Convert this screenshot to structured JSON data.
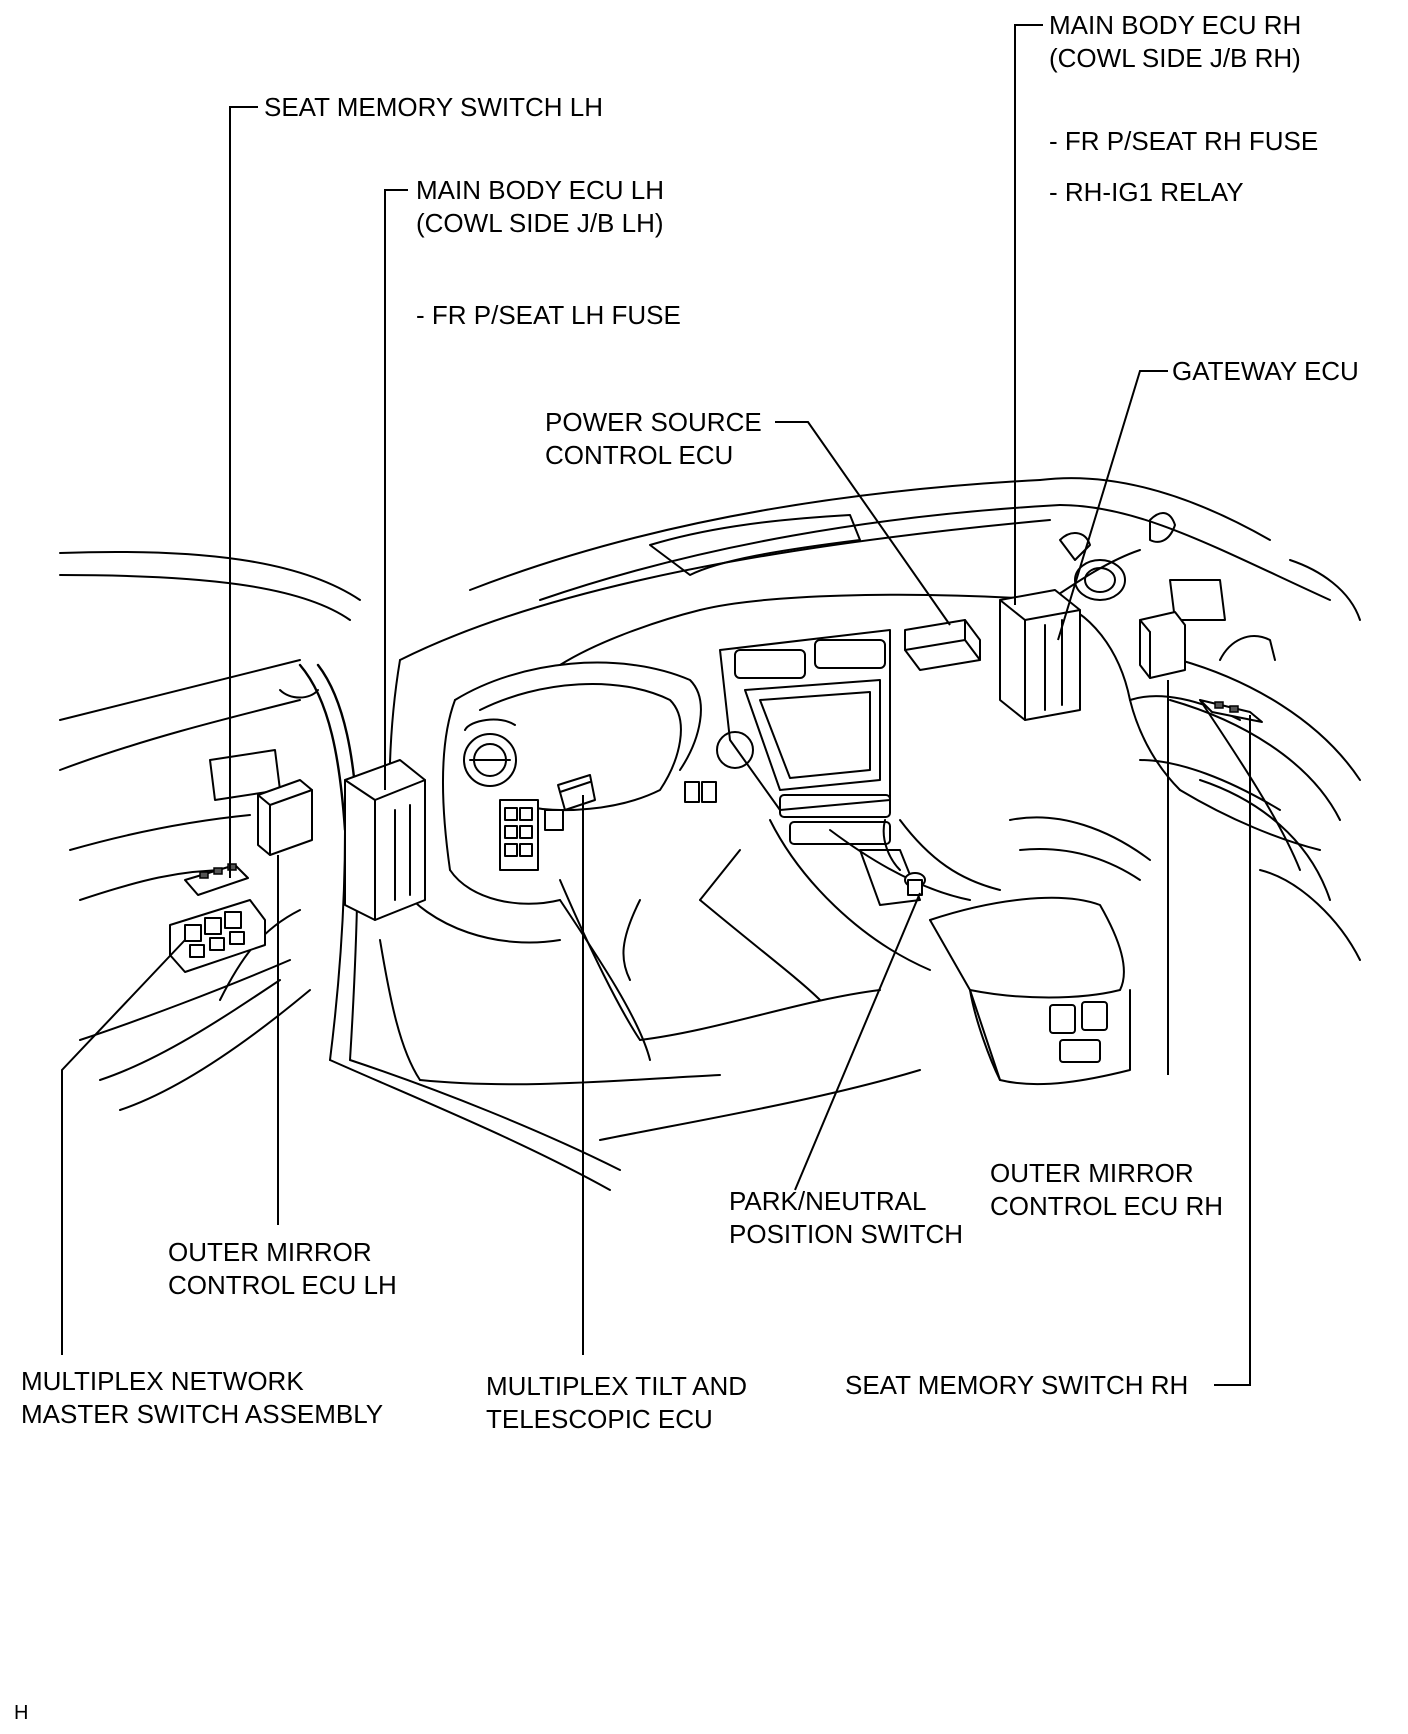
{
  "labels": {
    "main_body_ecu_rh": [
      "MAIN BODY ECU RH",
      "(COWL SIDE J/B RH)"
    ],
    "rh_fuse": "- FR P/SEAT RH FUSE",
    "rh_relay": "- RH-IG1 RELAY",
    "seat_memory_switch_lh": "SEAT MEMORY SWITCH  LH",
    "main_body_ecu_lh": [
      "MAIN BODY ECU LH",
      "(COWL SIDE J/B LH)"
    ],
    "lh_fuse": "- FR P/SEAT LH FUSE",
    "gateway_ecu": "GATEWAY ECU",
    "power_source_control_ecu": [
      "POWER SOURCE",
      "CONTROL ECU"
    ],
    "outer_mirror_control_ecu_rh": [
      "OUTER MIRROR",
      "CONTROL ECU RH"
    ],
    "park_neutral_position_switch": [
      "PARK/NEUTRAL",
      "POSITION SWITCH"
    ],
    "outer_mirror_control_ecu_lh": [
      "OUTER MIRROR",
      "CONTROL ECU LH"
    ],
    "multiplex_network_master_switch": [
      "MULTIPLEX NETWORK",
      "MASTER SWITCH ASSEMBLY"
    ],
    "multiplex_tilt_telescopic_ecu": [
      "MULTIPLEX TILT AND",
      "TELESCOPIC ECU"
    ],
    "seat_memory_switch_rh": "SEAT MEMORY SWITCH  RH",
    "figure_code": "H"
  }
}
